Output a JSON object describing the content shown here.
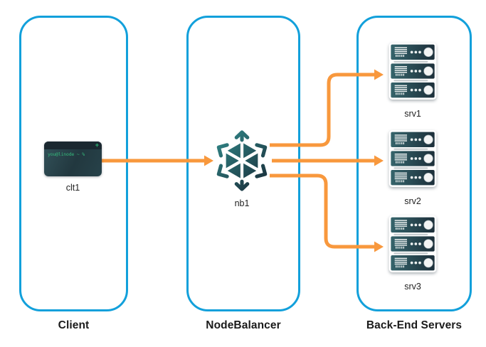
{
  "diagram": {
    "columns": [
      {
        "title": "Client",
        "nodes": [
          {
            "label": "clt1",
            "icon": "terminal-icon"
          }
        ]
      },
      {
        "title": "NodeBalancer",
        "nodes": [
          {
            "label": "nb1",
            "icon": "nodebalancer-icon"
          }
        ]
      },
      {
        "title": "Back-End Servers",
        "nodes": [
          {
            "label": "srv1",
            "icon": "server-stack-icon"
          },
          {
            "label": "srv2",
            "icon": "server-stack-icon"
          },
          {
            "label": "srv3",
            "icon": "server-stack-icon"
          }
        ]
      }
    ],
    "terminal": {
      "prompt": "you@linode ~ %",
      "new_tab_glyph": "+"
    },
    "connections": [
      {
        "from": "clt1",
        "to": "nb1"
      },
      {
        "from": "nb1",
        "to": "srv1"
      },
      {
        "from": "nb1",
        "to": "srv2"
      },
      {
        "from": "nb1",
        "to": "srv3"
      }
    ],
    "colors": {
      "zone_border_blue": "#12A0DB",
      "arrow_orange": "#F8983D",
      "icon_teal": "#2F8082",
      "icon_dark_navy": "#1B2E3A",
      "terminal_green": "#35B97B",
      "label_text": "#1B1B1B",
      "background": "#FFFFFF"
    }
  }
}
